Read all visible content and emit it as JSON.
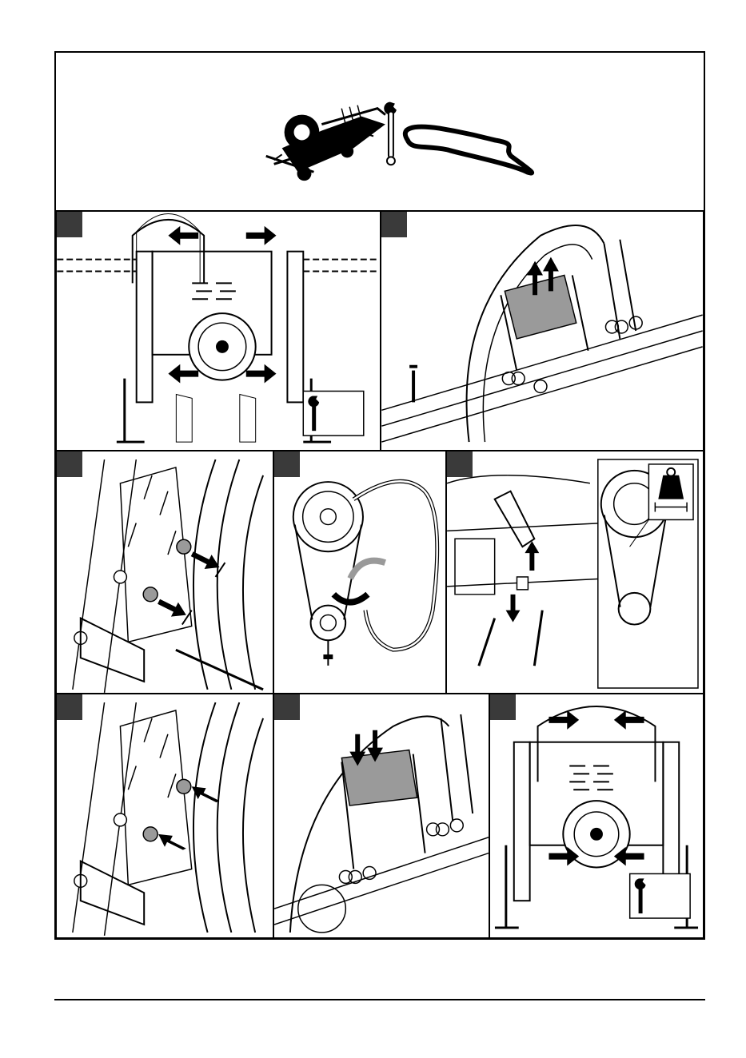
{
  "document": {
    "type": "assembly-instruction-page",
    "panel_count": 9
  },
  "header": {
    "icons": [
      "machine-icon",
      "wrench-icon",
      "drive-belt-icon"
    ]
  },
  "panels": [
    {
      "id": "step-1",
      "icons": [
        "frame-front-icon",
        "arrow-outward-icon",
        "wrench-icon"
      ]
    },
    {
      "id": "step-2",
      "icons": [
        "belt-guard-icon",
        "arrow-up-icon"
      ]
    },
    {
      "id": "step-3",
      "icons": [
        "pulley-bolts-icon",
        "arrow-loosen-icon"
      ]
    },
    {
      "id": "step-4",
      "icons": [
        "belt-route-icon",
        "arrow-rotate-icon"
      ]
    },
    {
      "id": "step-5",
      "icons": [
        "belt-tension-icon",
        "weight-icon",
        "arrow-updown-icon"
      ]
    },
    {
      "id": "step-6",
      "icons": [
        "pulley-bolts-icon",
        "arrow-tighten-icon"
      ]
    },
    {
      "id": "step-7",
      "icons": [
        "belt-guard-icon",
        "arrow-down-icon"
      ]
    },
    {
      "id": "step-8",
      "icons": [
        "frame-front-icon",
        "arrow-inward-icon",
        "wrench-icon"
      ]
    }
  ],
  "colors": {
    "ink": "#000000",
    "tag": "#3a3a3a",
    "shade": "#9a9a9a"
  }
}
